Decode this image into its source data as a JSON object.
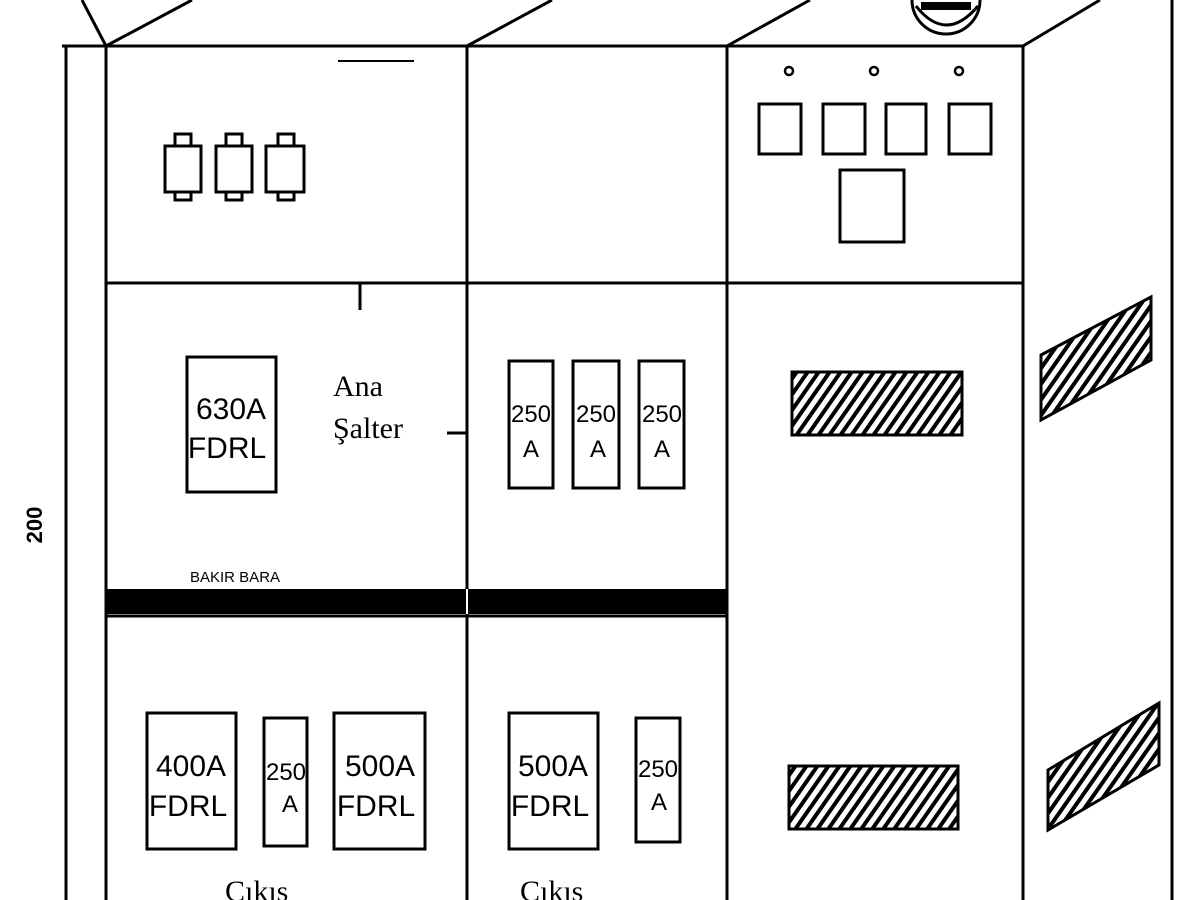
{
  "dimension": {
    "height_label": "200"
  },
  "main_switch": {
    "breaker_rating": "630A",
    "breaker_type": "FDRL",
    "label_line1": "Ana",
    "label_line2": "Şalter"
  },
  "copper_bar": {
    "label": "BAKIR BARA"
  },
  "middle_breakers": [
    {
      "rating": "250",
      "unit": "A"
    },
    {
      "rating": "250",
      "unit": "A"
    },
    {
      "rating": "250",
      "unit": "A"
    }
  ],
  "outputs_left": {
    "breakers": [
      {
        "line1": "400A",
        "line2": "FDRL"
      },
      {
        "line1": "250",
        "line2": "A"
      },
      {
        "line1": "500A",
        "line2": "FDRL"
      }
    ],
    "label": "Çıkış"
  },
  "outputs_middle": {
    "breakers": [
      {
        "line1": "500A",
        "line2": "FDRL"
      },
      {
        "line1": "250",
        "line2": "A"
      }
    ],
    "label": "Çıkış"
  }
}
